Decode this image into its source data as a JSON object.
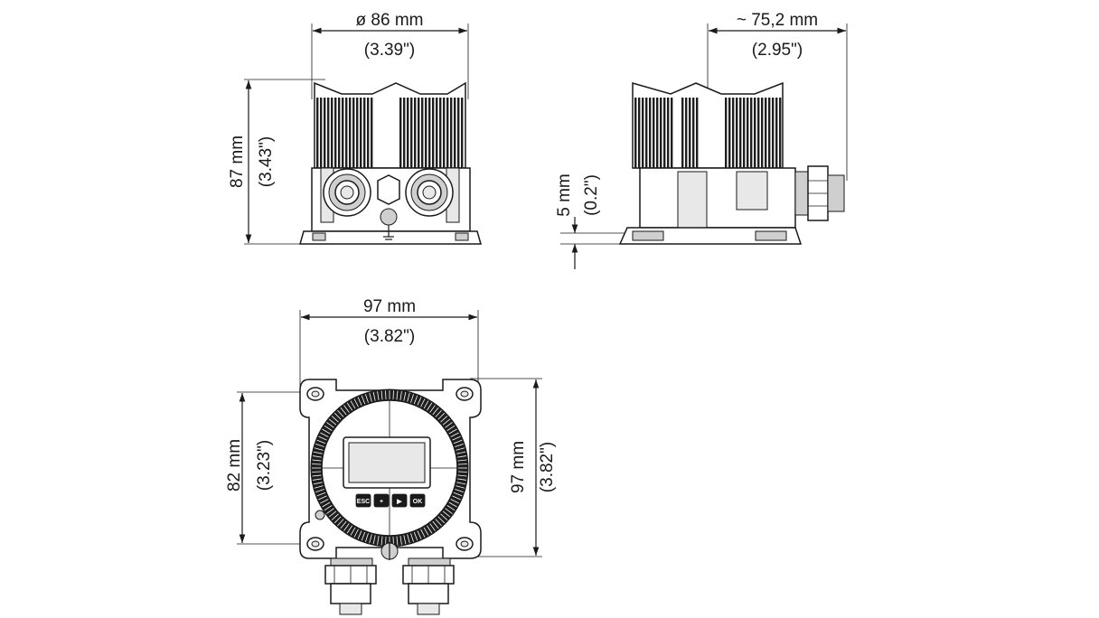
{
  "dimensions": {
    "top_diameter": "ø 86 mm",
    "top_diameter_in": "(3.39\")",
    "side_depth": "~ 75,2 mm",
    "side_depth_in": "(2.95\")",
    "height": "87 mm",
    "height_in": "(3.43\")",
    "offset": "5 mm",
    "offset_in": "(0.2\")",
    "front_width": "97 mm",
    "front_width_in": "(3.82\")",
    "hole_spacing": "82 mm",
    "hole_spacing_in": "(3.23\")",
    "front_height": "97 mm",
    "front_height_in": "(3.82\")"
  },
  "keypad": {
    "esc": "ESC",
    "plus": "+",
    "next": "▶",
    "ok": "OK"
  }
}
